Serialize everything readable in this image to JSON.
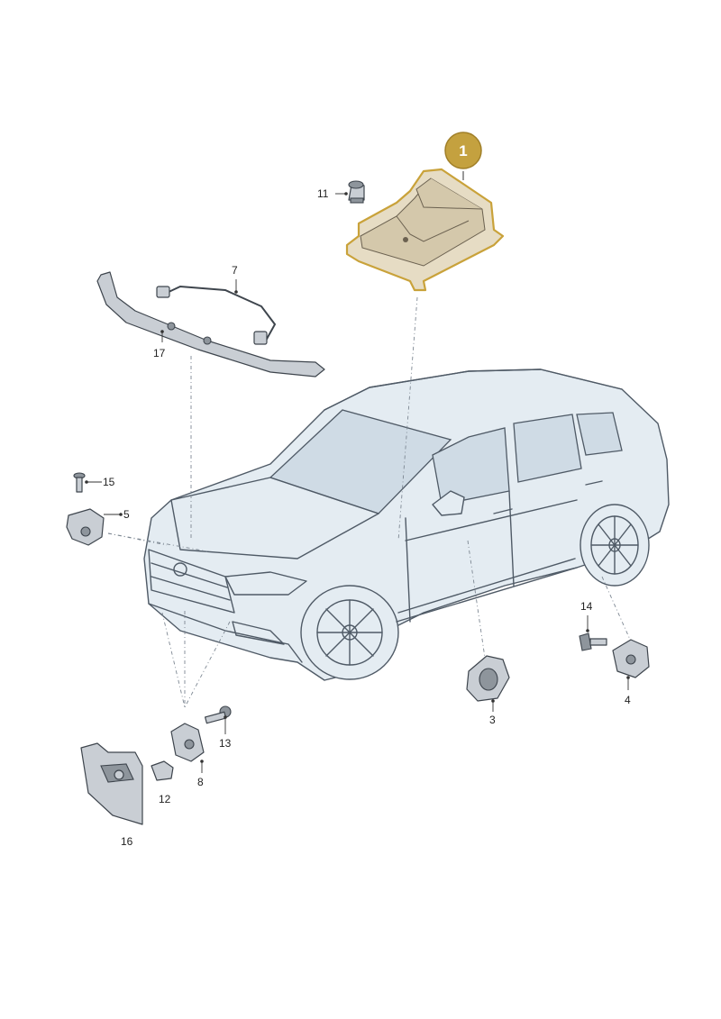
{
  "callouts": {
    "highlighted": "1",
    "p3": "3",
    "p4": "4",
    "p5": "5",
    "p7": "7",
    "p8": "8",
    "p11": "11",
    "p12": "12",
    "p13": "13",
    "p14": "14",
    "p15": "15",
    "p16": "16",
    "p17": "17"
  },
  "colors": {
    "highlight": "#c9a23a",
    "badge": "#c4a13f",
    "car_body": "#e4ecf2",
    "outline": "#4f5a66"
  },
  "icons": {
    "highlighted_part": "airbag-control-unit-icon",
    "vehicle": "suv-icon"
  }
}
